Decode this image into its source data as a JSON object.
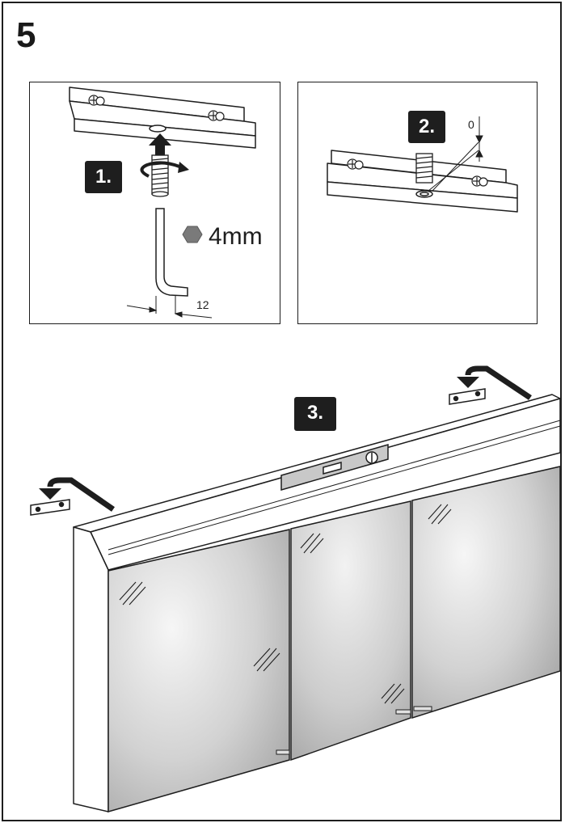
{
  "step_number": "5",
  "badges": {
    "step1": "1.",
    "step2": "2.",
    "step3": "3."
  },
  "panel1": {
    "tool_size": "4mm",
    "dimension": "12"
  },
  "panel2": {
    "dimension": "0"
  },
  "colors": {
    "line": "#1e1e1e",
    "mirror_light": "#f4f4f4",
    "mirror_dark": "#a8a8a8",
    "hex_key": "#7a7a7a"
  }
}
